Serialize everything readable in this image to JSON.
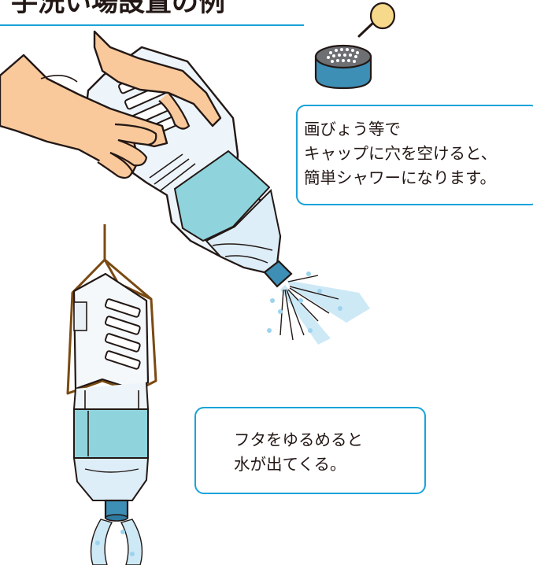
{
  "header": {
    "title": "手洗い場設置の例"
  },
  "callouts": {
    "shower": {
      "lines": [
        "画びょう等で",
        "キャップに穴を空けると、",
        "簡単シャワーになります。"
      ]
    },
    "loosen": {
      "lines": [
        "フタをゆるめると",
        "水が出てくる。"
      ]
    }
  },
  "colors": {
    "skin": "#f9c99c",
    "outline": "#231815",
    "label_teal": "#8fd4dd",
    "water": "#cde9f6",
    "cap_blue": "#3e8fb6",
    "rope_brown": "#7b4a12",
    "accent_line": "#1aa3d9",
    "pin_yellow": "#f6d98a"
  },
  "icons": {
    "pushpin": "pushpin-icon",
    "perforated_cap": "perforated-cap-icon"
  }
}
